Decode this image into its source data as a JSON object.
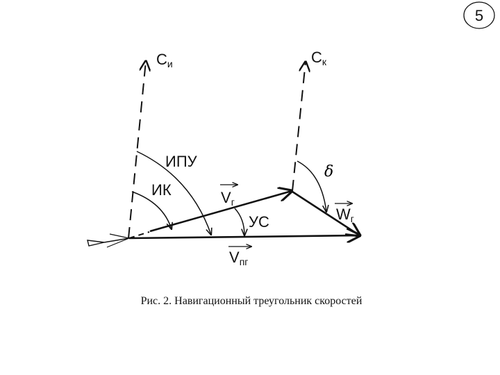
{
  "page_number": "5",
  "labels": {
    "c_i": {
      "main": "C",
      "sub": "и"
    },
    "c_k": {
      "main": "C",
      "sub": "к"
    },
    "ipu": "ИПУ",
    "ik": "ИК",
    "us": "УС",
    "delta": "δ",
    "v_g": {
      "main": "V",
      "sub": "г"
    },
    "w_g": {
      "main": "W",
      "sub": "г"
    },
    "v_pg": {
      "main": "V",
      "sub": "пг"
    }
  },
  "caption": "Рис. 2. Навигационный треугольник скоростей"
}
